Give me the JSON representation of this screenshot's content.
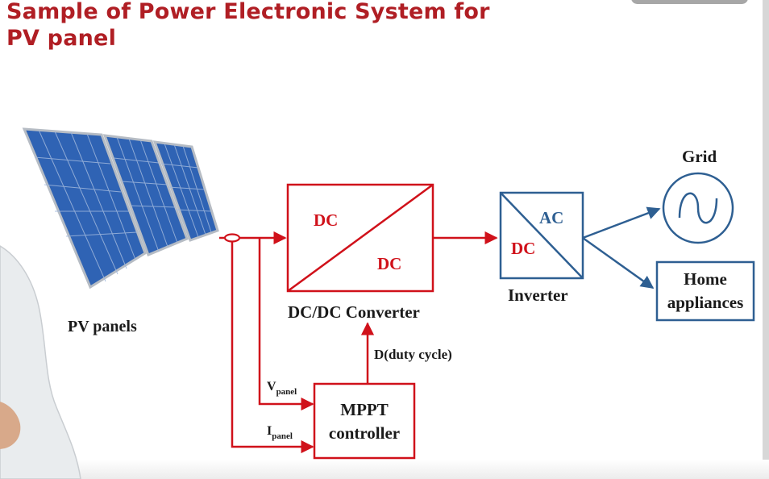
{
  "slide": {
    "title_line1": "Sample of Power Electronic System for",
    "title_line2": "PV panel"
  },
  "diagram": {
    "pv_label": "PV panels",
    "converter": {
      "in_label": "DC",
      "out_label": "DC",
      "caption": "DC/DC Converter"
    },
    "inverter": {
      "in_label": "DC",
      "out_label": "AC",
      "caption": "Inverter"
    },
    "grid_label": "Grid",
    "home": {
      "line1": "Home",
      "line2": "appliances"
    },
    "mppt": {
      "line1": "MPPT",
      "line2": "controller"
    },
    "duty_label": "D(duty cycle)",
    "v_signal": {
      "main": "V",
      "sub": "panel"
    },
    "i_signal": {
      "main": "I",
      "sub": "panel"
    }
  },
  "colors": {
    "title": "#b01e24",
    "power_path": "#d0111a",
    "ac_path": "#2e5f92",
    "text": "#1a1a1a",
    "panel_cell": "#2f63b4"
  }
}
